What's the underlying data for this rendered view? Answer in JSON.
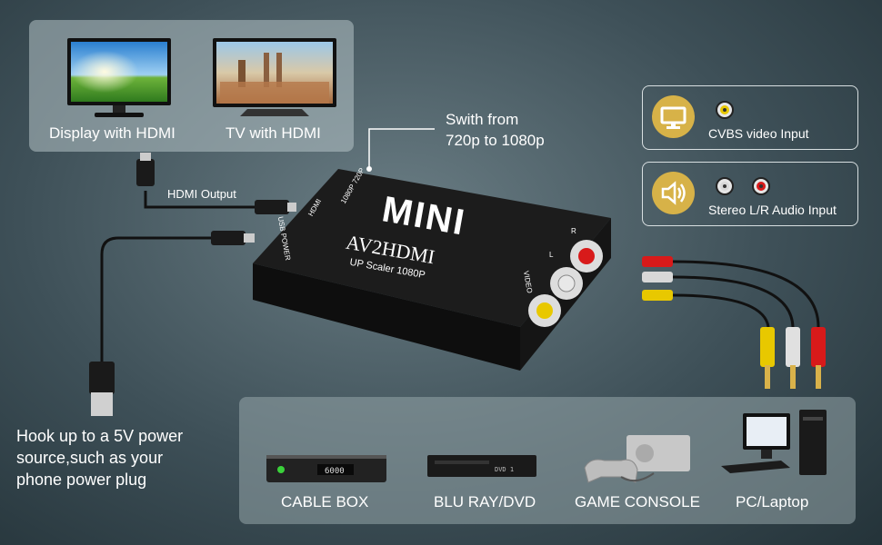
{
  "top_panel": {
    "display_label": "Display with HDMI",
    "tv_label": "TV with HDMI"
  },
  "callouts": {
    "switch_line1": "Swith from",
    "switch_line2": "720p to 1080p",
    "hdmi_output": "HDMI Output",
    "power_line1": "Hook up to a 5V power",
    "power_line2": "source,such as your",
    "power_line3": "phone power plug"
  },
  "features": {
    "cvbs_label": "CVBS video Input",
    "audio_label": "Stereo L/R Audio Input"
  },
  "device": {
    "brand": "MINI",
    "model": "AV2HDMI",
    "subtitle": "UP Scaler 1080P",
    "port_hdmi": "HDMI",
    "port_power": "USB POWER",
    "port_switch": "1080P 720P",
    "port_video": "VIDEO",
    "port_l": "L",
    "port_r": "R"
  },
  "sources": {
    "cable_box": "CABLE BOX",
    "cable_box_display": "6000",
    "bluray": "BLU RAY/DVD",
    "bluray_display": "DVD 1",
    "console": "GAME CONSOLE",
    "pc": "PC/Laptop"
  },
  "colors": {
    "accent_gold": "#d7b248",
    "rca_yellow": "#e8c800",
    "rca_white": "#d8d8d8",
    "rca_red": "#d81a1a"
  }
}
